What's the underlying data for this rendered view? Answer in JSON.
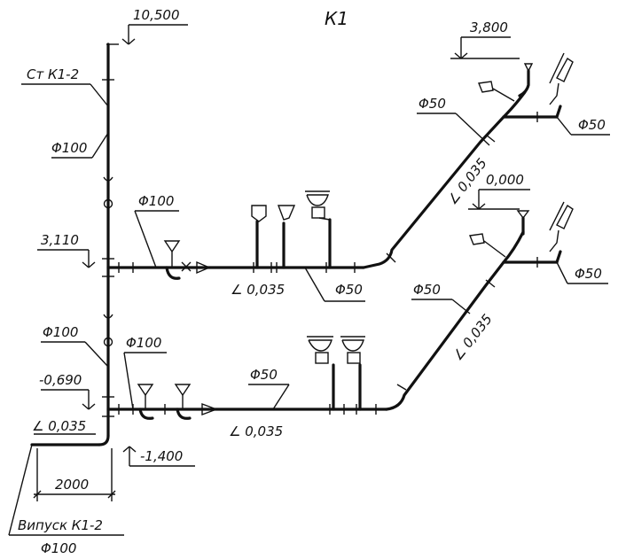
{
  "title": "К1",
  "riser": {
    "name": "Ст К1-2",
    "diameter": "Φ100"
  },
  "levels": {
    "top": "10,500",
    "floor2": "3,110",
    "floor1": "-0,690",
    "outlet": "-1,400",
    "branch_upper": "3,800",
    "branch_lower": "0,000"
  },
  "pipes": {
    "d100_upper": "Φ100",
    "d100_mid": "Φ100",
    "d100_lower": "Φ100",
    "d50_upper_horizontal": "Φ50",
    "d50_upper_diagonal": "Φ50",
    "d50_upper_right": "Φ50",
    "d50_lower_horizontal": "Φ50",
    "d50_lower_diagonal": "Φ50",
    "d50_lower_right": "Φ50"
  },
  "slopes": {
    "upper_horizontal": "∠ 0,035",
    "lower_horizontal": "∠ 0,035",
    "outlet": "∠ 0,035",
    "upper_diagonal": "∠ 0,035",
    "lower_diagonal": "∠ 0,035"
  },
  "outlet": {
    "name": "Випуск К1-2",
    "diameter": "Φ100",
    "length": "2000"
  }
}
